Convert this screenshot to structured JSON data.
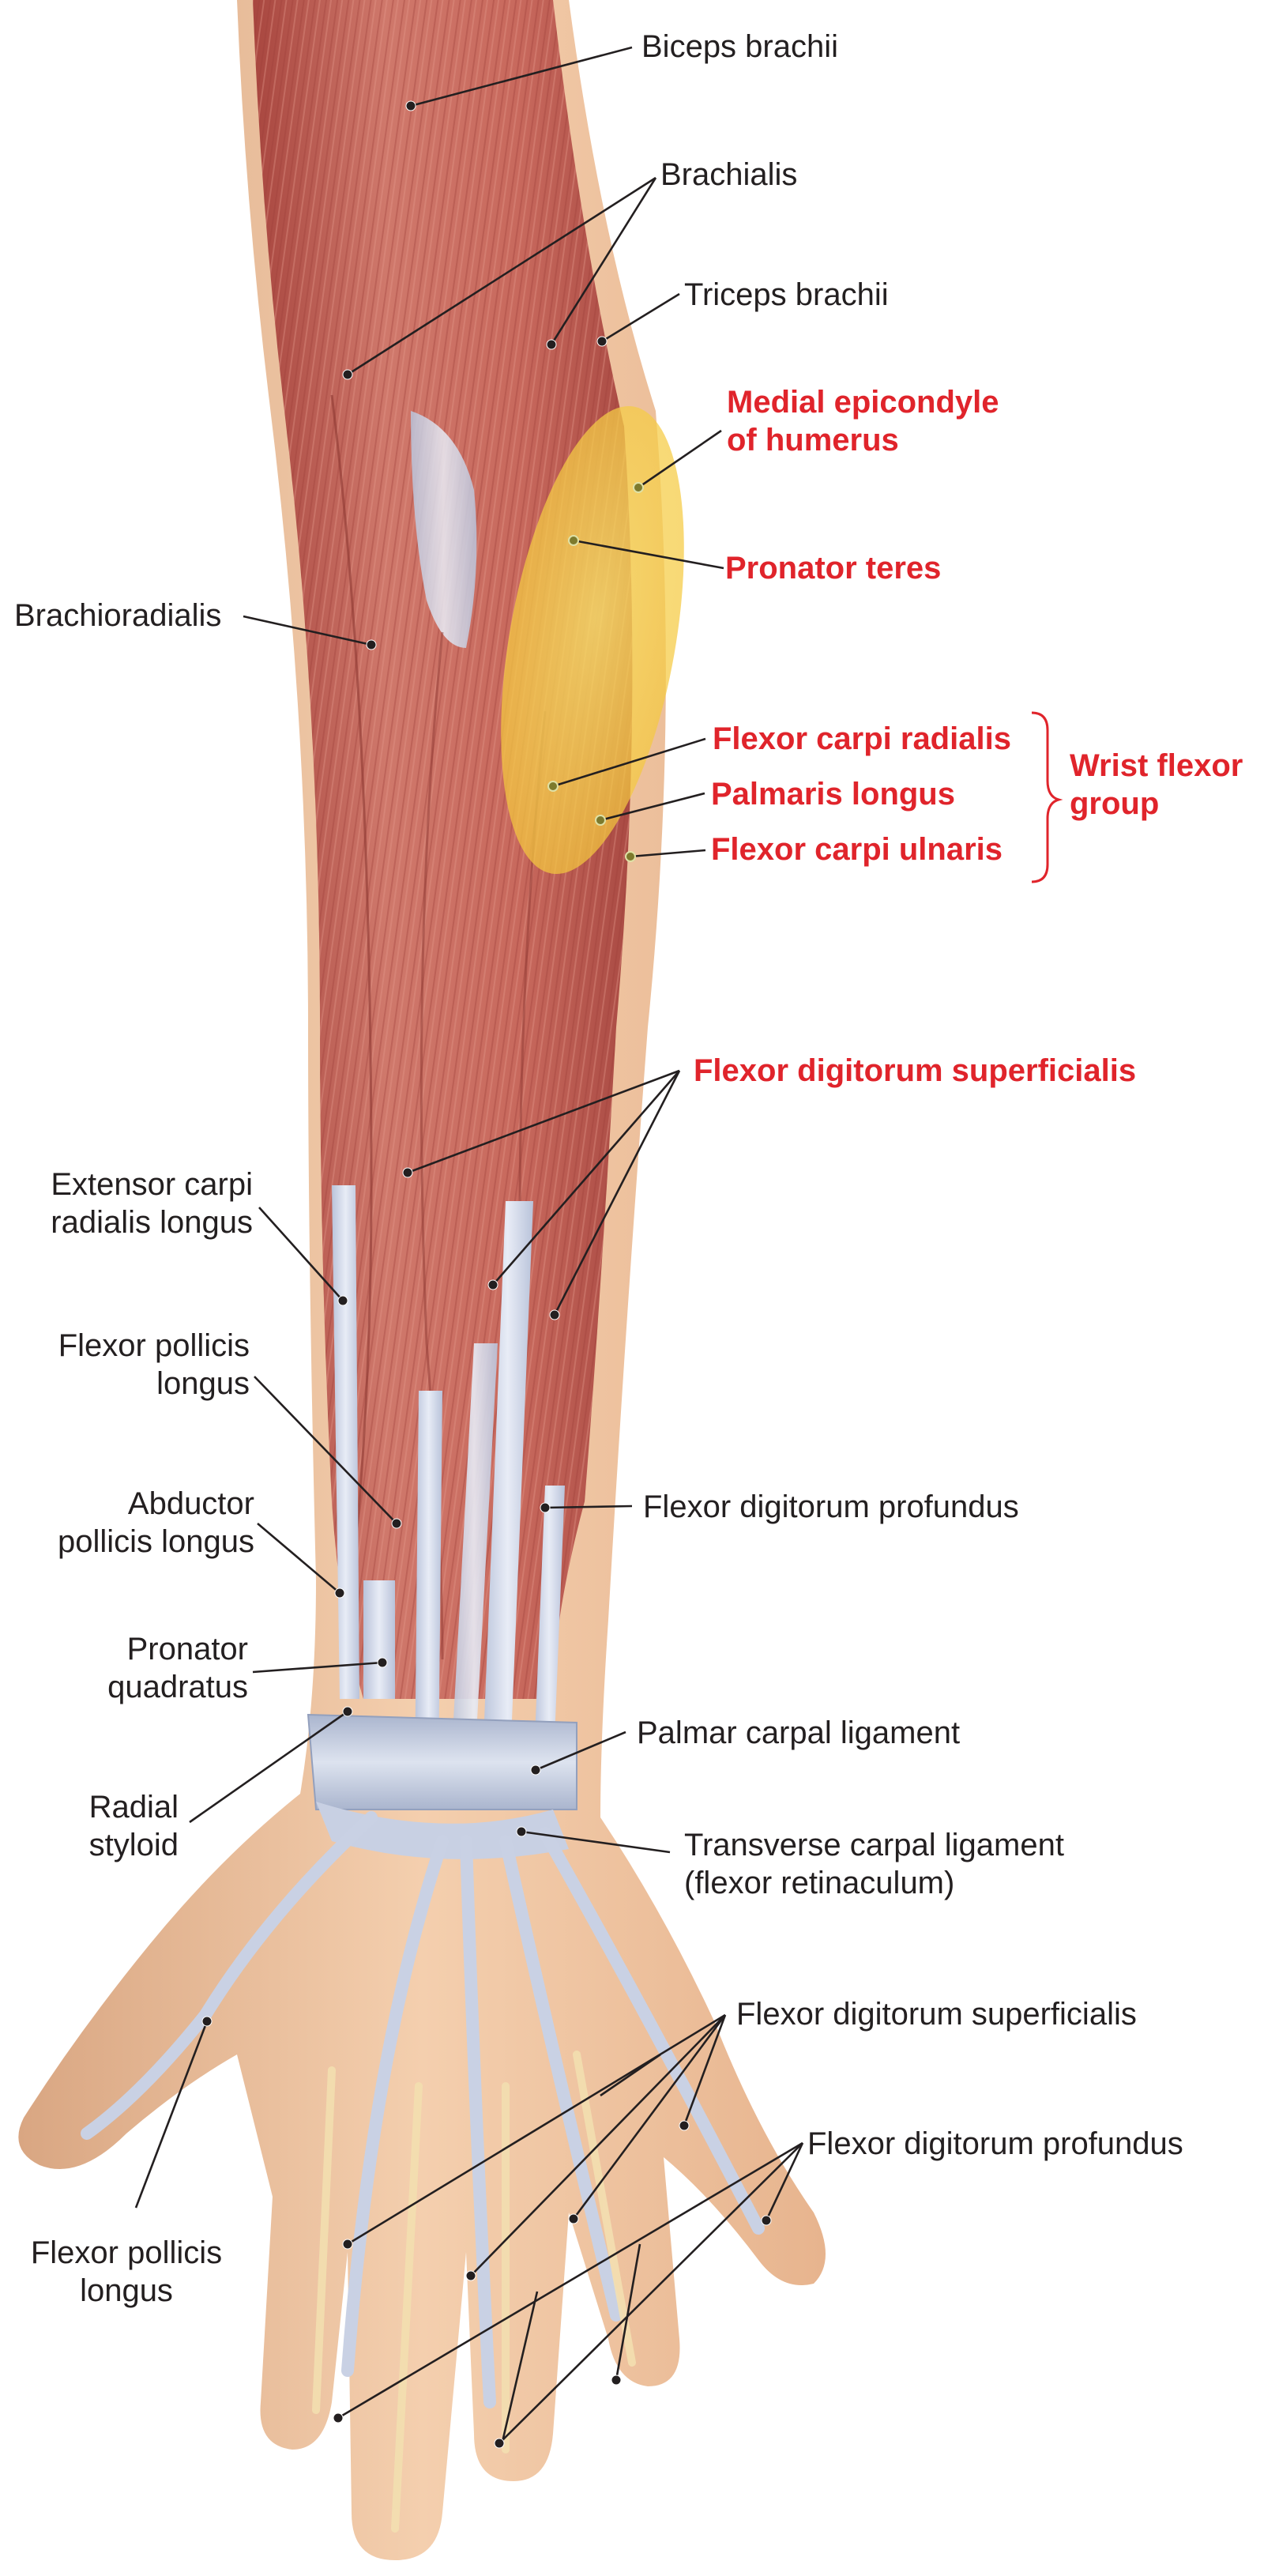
{
  "labels": {
    "biceps_brachii": "Biceps brachii",
    "brachialis": "Brachialis",
    "triceps_brachii": "Triceps brachii",
    "medial_epicondyle_1": "Medial epicondyle",
    "medial_epicondyle_2": "of humerus",
    "pronator_teres": "Pronator teres",
    "brachioradialis": "Brachioradialis",
    "flexor_carpi_radialis": "Flexor carpi radialis",
    "palmaris_longus": "Palmaris longus",
    "flexor_carpi_ulnaris": "Flexor carpi ulnaris",
    "wrist_flexor_group_1": "Wrist flexor",
    "wrist_flexor_group_2": "group",
    "fds_top": "Flexor digitorum superficialis",
    "ecrl_1": "Extensor carpi",
    "ecrl_2": "radialis longus",
    "fpl_top_1": "Flexor pollicis",
    "fpl_top_2": "longus",
    "fdp_top": "Flexor digitorum profundus",
    "apl_1": "Abductor",
    "apl_2": "pollicis longus",
    "pq_1": "Pronator",
    "pq_2": "quadratus",
    "palmar_carpal": "Palmar carpal ligament",
    "radial_styloid_1": "Radial",
    "radial_styloid_2": "styloid",
    "tcl_1": "Transverse carpal ligament",
    "tcl_2": "(flexor retinaculum)",
    "fds_bottom": "Flexor digitorum superficialis",
    "fdp_bottom": "Flexor digitorum profundus",
    "fpl_bottom_1": "Flexor pollicis",
    "fpl_bottom_2": "longus"
  },
  "colors": {
    "highlight": "#e0242b",
    "label": "#231f20",
    "muscle": "#c96a5f",
    "tendon": "#d4dbeb",
    "skin": "#f3c9a4",
    "bone": "#f6e1b3",
    "overlay": "#f7d54a"
  }
}
